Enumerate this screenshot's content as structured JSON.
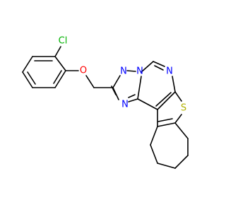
{
  "molecule": {
    "atoms": {
      "cl": "Cl",
      "o": "O",
      "n_tri_a": "N",
      "n_tri_b": "N",
      "n_tri_c": "N",
      "n_pyr": "N",
      "s": "S"
    },
    "colors": {
      "bond": "#000000",
      "chlorine": "#00b200",
      "oxygen": "#ff0000",
      "nitrogen": "#0000ff",
      "sulfur": "#b2b200"
    }
  }
}
